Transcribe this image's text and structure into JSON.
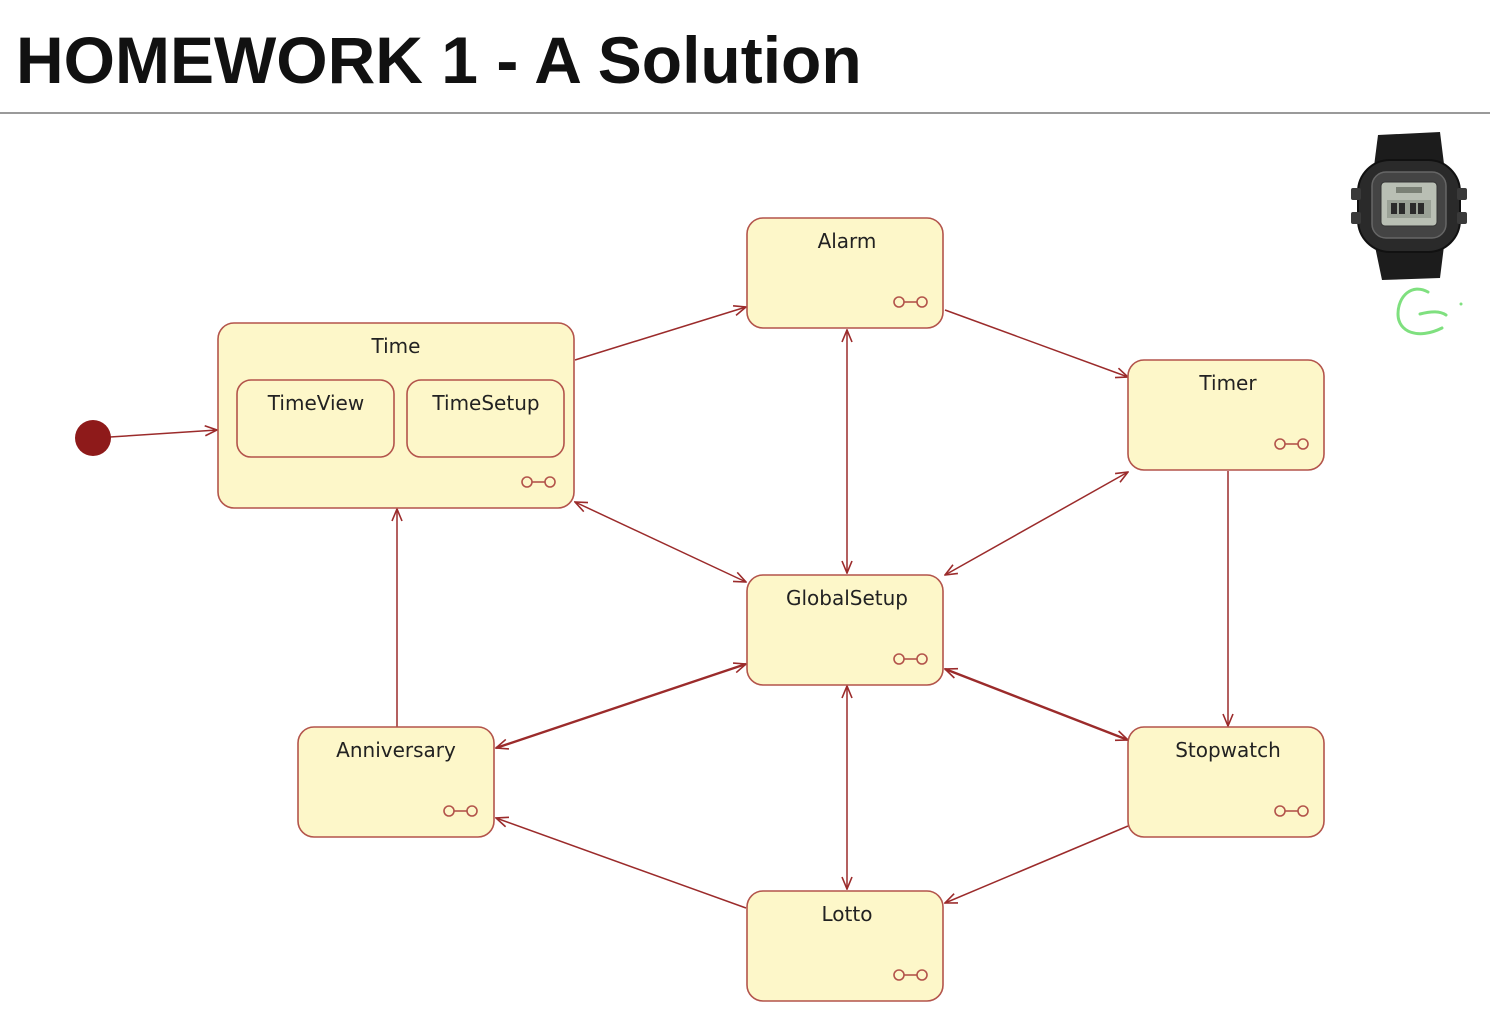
{
  "slide": {
    "title": "HOMEWORK 1 - A Solution"
  },
  "colors": {
    "state_fill": "#fdf7c9",
    "state_border": "#b3544b",
    "arrow": "#9b2b2b",
    "initial_node": "#8e1a1a",
    "title_rule": "#9a9a9a",
    "annotation_green": "#7fe07f"
  },
  "diagram": {
    "states": [
      {
        "id": "time",
        "label": "Time",
        "substates": [
          {
            "label": "TimeView"
          },
          {
            "label": "TimeSetup"
          }
        ]
      },
      {
        "id": "alarm",
        "label": "Alarm"
      },
      {
        "id": "timer",
        "label": "Timer"
      },
      {
        "id": "globalsetup",
        "label": "GlobalSetup"
      },
      {
        "id": "anniversary",
        "label": "Anniversary"
      },
      {
        "id": "stopwatch",
        "label": "Stopwatch"
      },
      {
        "id": "lotto",
        "label": "Lotto"
      }
    ],
    "transitions": [
      {
        "from": "initial",
        "to": "time"
      },
      {
        "from": "time",
        "to": "alarm"
      },
      {
        "from": "alarm",
        "to": "timer"
      },
      {
        "from": "timer",
        "to": "stopwatch"
      },
      {
        "from": "stopwatch",
        "to": "lotto"
      },
      {
        "from": "lotto",
        "to": "anniversary"
      },
      {
        "from": "anniversary",
        "to": "time"
      },
      {
        "from": "time",
        "to": "globalsetup",
        "bidirectional": true
      },
      {
        "from": "alarm",
        "to": "globalsetup",
        "bidirectional": true
      },
      {
        "from": "timer",
        "to": "globalsetup",
        "bidirectional": true
      },
      {
        "from": "stopwatch",
        "to": "globalsetup",
        "bidirectional": true
      },
      {
        "from": "lotto",
        "to": "globalsetup",
        "bidirectional": true
      },
      {
        "from": "anniversary",
        "to": "globalsetup",
        "bidirectional": true
      }
    ]
  },
  "icons": {
    "watch": "wristwatch-icon",
    "annotation": "handwritten-g-mark",
    "composite_state": "composite-state-icon"
  }
}
